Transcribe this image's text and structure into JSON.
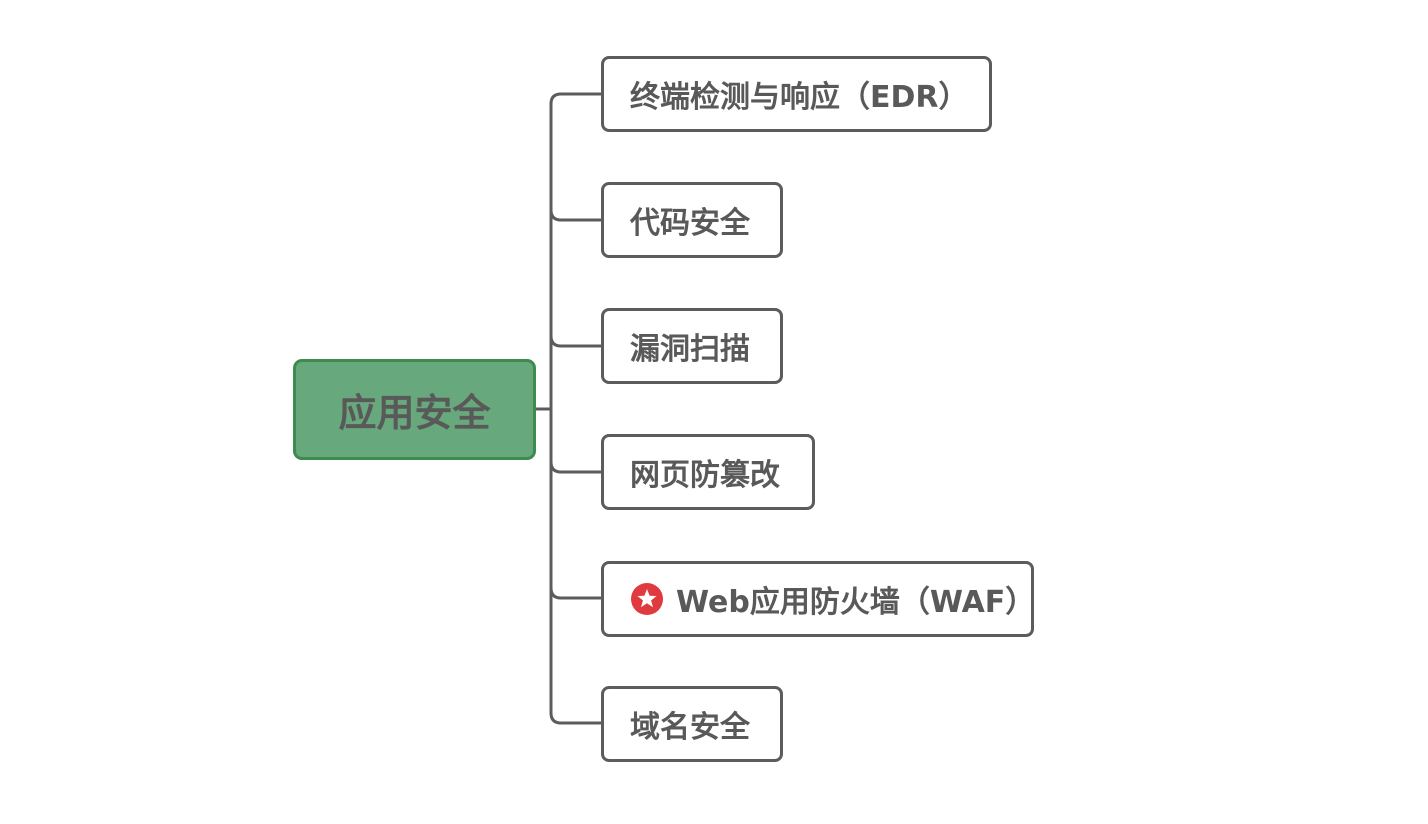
{
  "mindmap": {
    "root": {
      "label": "应用安全"
    },
    "children": [
      {
        "label": "终端检测与响应（EDR）"
      },
      {
        "label": "代码安全"
      },
      {
        "label": "漏洞扫描"
      },
      {
        "label": "网页防篡改"
      },
      {
        "label": "Web应用防火墙（WAF）",
        "icon": "star-badge-icon"
      },
      {
        "label": "域名安全"
      }
    ]
  },
  "colors": {
    "root_fill": "#67a87c",
    "root_border": "#3f8a4e",
    "node_border": "#5c5c5c",
    "text": "#595959",
    "connector": "#5c5c5c",
    "icon": "#e03a3e"
  }
}
